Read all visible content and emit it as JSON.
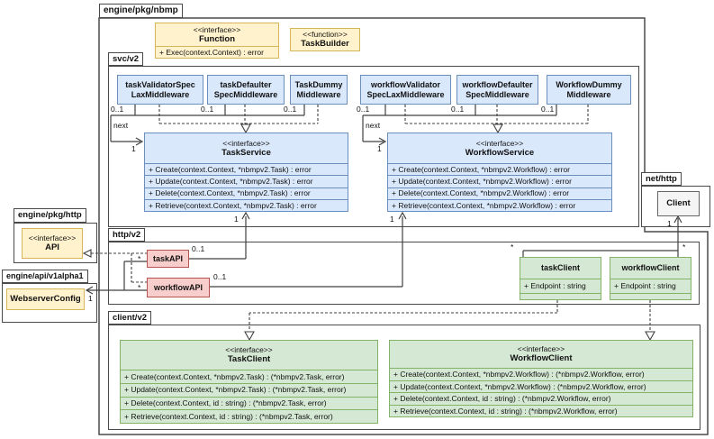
{
  "packages": {
    "nbmp": "engine/pkg/nbmp",
    "svc": "svc/v2",
    "http": "http/v2",
    "client": "client/v2",
    "engine_http": "engine/pkg/http",
    "api_v1alpha1": "engine/api/v1alpha1",
    "net_http": "net/http"
  },
  "stereotypes": {
    "interface": "<<interface>>",
    "function": "<<function>>"
  },
  "classes": {
    "function_iface": {
      "name": "Function",
      "methods": [
        "+ Exec(context.Context) : error"
      ]
    },
    "task_builder": {
      "name": "TaskBuilder"
    },
    "middlewares": [
      {
        "line1": "taskValidatorSpec",
        "line2": "LaxMiddleware"
      },
      {
        "line1": "taskDefaulter",
        "line2": "SpecMiddleware"
      },
      {
        "line1": "TaskDummy",
        "line2": "Middleware"
      },
      {
        "line1": "workflowValidator",
        "line2": "SpecLaxMiddleware"
      },
      {
        "line1": "workflowDefaulter",
        "line2": "SpecMiddleware"
      },
      {
        "line1": "WorkflowDummy",
        "line2": "Middleware"
      }
    ],
    "task_service": {
      "name": "TaskService",
      "methods": [
        "+ Create(context.Context, *nbmpv2.Task) : error",
        "+ Update(context.Context, *nbmpv2.Task) : error",
        "+ Delete(context.Context, *nbmpv2.Task) : error",
        "+ Retrieve(context.Context, *nbmpv2.Task) : error"
      ]
    },
    "workflow_service": {
      "name": "WorkflowService",
      "methods": [
        "+ Create(context.Context, *nbmpv2.Workflow) : error",
        "+ Update(context.Context, *nbmpv2.Workflow) : error",
        "+ Delete(context.Context, *nbmpv2.Workflow) : error",
        "+ Retrieve(context.Context, *nbmpv2.Workflow) : error"
      ]
    },
    "api_iface": {
      "name": "API"
    },
    "webserver_config": {
      "name": "WebserverConfig"
    },
    "task_api": {
      "name": "taskAPI"
    },
    "workflow_api": {
      "name": "workflowAPI"
    },
    "net_client": {
      "name": "Client"
    },
    "task_client": {
      "name": "taskClient",
      "attrs": [
        "+ Endpoint : string"
      ]
    },
    "workflow_client": {
      "name": "workflowClient",
      "attrs": [
        "+ Endpoint : string"
      ]
    },
    "task_client_iface": {
      "name": "TaskClient",
      "methods": [
        "+ Create(context.Context, *nbmpv2.Task) : (*nbmpv2.Task, error)",
        "+ Update(context.Context, *nbmpv2.Task) : (*nbmpv2.Task, error)",
        "+ Delete(context.Context, id : string) : (*nbmpv2.Task, error)",
        "+ Retrieve(context.Context, id : string) : (*nbmpv2.Task, error)"
      ]
    },
    "workflow_client_iface": {
      "name": "WorkflowClient",
      "methods": [
        "+ Create(context.Context, *nbmpv2.Workflow) : (*nbmpv2.Workflow, error)",
        "+ Update(context.Context, *nbmpv2.Workflow) : (*nbmpv2.Workflow, error)",
        "+ Delete(context.Context, id : string) : (*nbmpv2.Workflow, error)",
        "+ Retrieve(context.Context, id : string) : (*nbmpv2.Workflow, error)"
      ]
    }
  },
  "labels": {
    "zero_or_one": "0..1",
    "one": "1",
    "many": "*",
    "next": "next"
  },
  "colors": {
    "yellow_fill": "#FFF2CC",
    "yellow_border": "#D6B656",
    "blue_fill": "#DAE8FC",
    "blue_border": "#6C8EBF",
    "pink_fill": "#F8CECC",
    "pink_border": "#B85450",
    "green_fill": "#D5E8D4",
    "green_border": "#82B366",
    "gray_fill": "#F5F5F5",
    "gray_border": "#666666",
    "line": "#404040"
  }
}
